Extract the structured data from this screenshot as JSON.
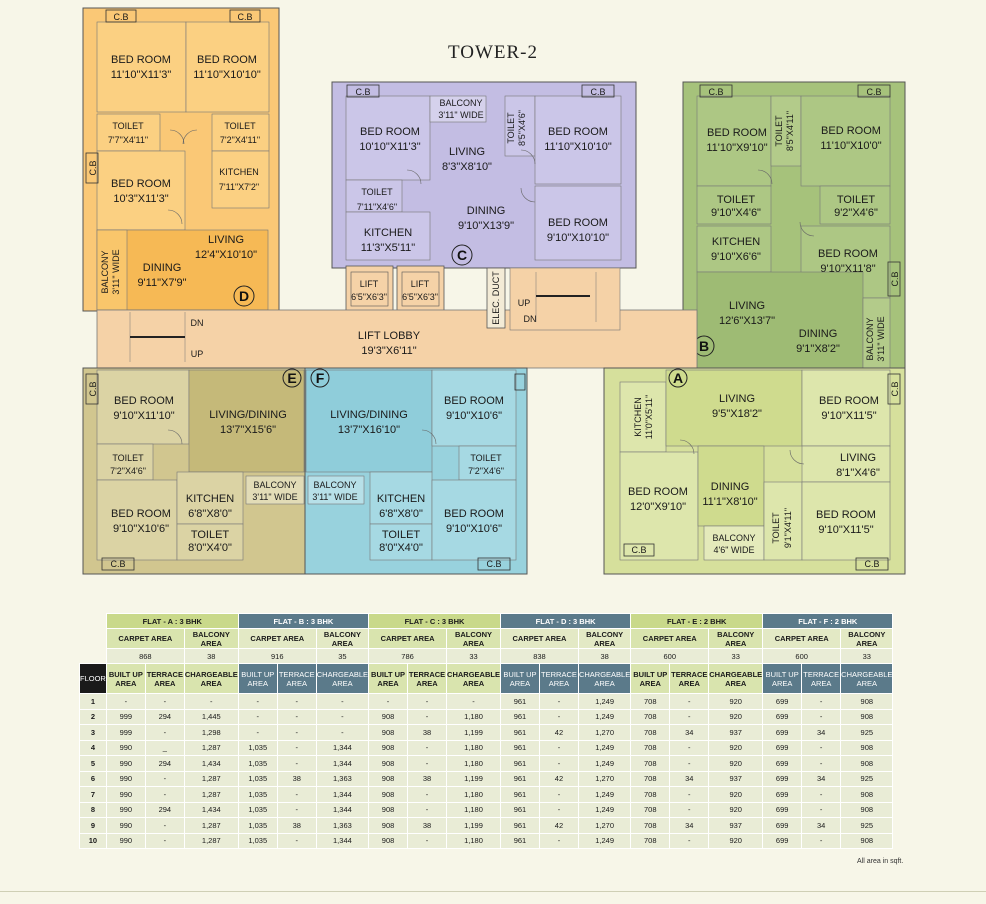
{
  "title": "TOWER-2",
  "colors": {
    "flat_a": "#d8e19f",
    "flat_b": "#a9c57d",
    "flat_c": "#c7c2e6",
    "flat_d": "#f9c470",
    "flat_e": "#cfc48c",
    "flat_f": "#9bd3de",
    "lobby": "#f5d2a7",
    "table_light": "#c9d98a",
    "table_dark": "#5b7a8a"
  },
  "plan": {
    "rooms": [
      {
        "id": "d-bed1",
        "name": "BED ROOM",
        "dim": "11'10\"X11'3\""
      },
      {
        "id": "d-bed2",
        "name": "BED ROOM",
        "dim": "11'10\"X10'10\""
      },
      {
        "id": "d-toilet1",
        "name": "TOILET",
        "dim": "7'7\"X4'11\""
      },
      {
        "id": "d-toilet2",
        "name": "TOILET",
        "dim": "7'2\"X4'11\""
      },
      {
        "id": "d-bed3",
        "name": "BED ROOM",
        "dim": "10'3\"X11'3\""
      },
      {
        "id": "d-kitchen",
        "name": "KITCHEN",
        "dim": "7'11\"X7'2\""
      },
      {
        "id": "d-living",
        "name": "LIVING",
        "dim": "12'4\"X10'10\""
      },
      {
        "id": "d-dining",
        "name": "DINING",
        "dim": "9'11\"X7'9\""
      },
      {
        "id": "d-balcony",
        "name": "BALCONY",
        "dim": "3'11\" WIDE"
      },
      {
        "id": "c-bed1",
        "name": "BED ROOM",
        "dim": "10'10\"X11'3\""
      },
      {
        "id": "c-balcony",
        "name": "BALCONY",
        "dim": "3'11\" WIDE"
      },
      {
        "id": "c-toilet1",
        "name": "TOILET",
        "dim": "8'5\"X4'6\""
      },
      {
        "id": "c-bed2",
        "name": "BED ROOM",
        "dim": "11'10\"X10'10\""
      },
      {
        "id": "c-living",
        "name": "LIVING",
        "dim": "8'3\"X8'10\""
      },
      {
        "id": "c-toilet2",
        "name": "TOILET",
        "dim": "7'11\"X4'6\""
      },
      {
        "id": "c-dining",
        "name": "DINING",
        "dim": "9'10\"X13'9\""
      },
      {
        "id": "c-kitchen",
        "name": "KITCHEN",
        "dim": "11'3\"X5'11\""
      },
      {
        "id": "c-bed3",
        "name": "BED ROOM",
        "dim": "9'10\"X10'10\""
      },
      {
        "id": "b-bed1",
        "name": "BED ROOM",
        "dim": "11'10\"X9'10\""
      },
      {
        "id": "b-toilet1",
        "name": "TOILET",
        "dim": "8'5\"X4'11\""
      },
      {
        "id": "b-bed2",
        "name": "BED ROOM",
        "dim": "11'10\"X10'0\""
      },
      {
        "id": "b-toilet2",
        "name": "TOILET",
        "dim": "9'10\"X4'6\""
      },
      {
        "id": "b-toilet3",
        "name": "TOILET",
        "dim": "9'2\"X4'6\""
      },
      {
        "id": "b-kitchen",
        "name": "KITCHEN",
        "dim": "9'10\"X6'6\""
      },
      {
        "id": "b-bed3",
        "name": "BED ROOM",
        "dim": "9'10\"X11'8\""
      },
      {
        "id": "b-living",
        "name": "LIVING",
        "dim": "12'6\"X13'7\""
      },
      {
        "id": "b-dining",
        "name": "DINING",
        "dim": "9'1\"X8'2\""
      },
      {
        "id": "b-balcony",
        "name": "BALCONY",
        "dim": "3'11\" WIDE"
      },
      {
        "id": "e-bed1",
        "name": "BED ROOM",
        "dim": "9'10\"X11'10\""
      },
      {
        "id": "e-living",
        "name": "LIVING/DINING",
        "dim": "13'7\"X15'6\""
      },
      {
        "id": "e-toilet1",
        "name": "TOILET",
        "dim": "7'2\"X4'6\""
      },
      {
        "id": "e-bed2",
        "name": "BED ROOM",
        "dim": "9'10\"X10'6\""
      },
      {
        "id": "e-kitchen",
        "name": "KITCHEN",
        "dim": "6'8\"X8'0\""
      },
      {
        "id": "e-balcony",
        "name": "BALCONY",
        "dim": "3'11\" WIDE"
      },
      {
        "id": "e-toilet2",
        "name": "TOILET",
        "dim": "8'0\"X4'0\""
      },
      {
        "id": "f-living",
        "name": "LIVING/DINING",
        "dim": "13'7\"X16'10\""
      },
      {
        "id": "f-bed1",
        "name": "BED ROOM",
        "dim": "9'10\"X10'6\""
      },
      {
        "id": "f-balcony",
        "name": "BALCONY",
        "dim": "3'11\" WIDE"
      },
      {
        "id": "f-toilet1",
        "name": "TOILET",
        "dim": "7'2\"X4'6\""
      },
      {
        "id": "f-kitchen",
        "name": "KITCHEN",
        "dim": "6'8\"X8'0\""
      },
      {
        "id": "f-toilet2",
        "name": "TOILET",
        "dim": "8'0\"X4'0\""
      },
      {
        "id": "f-bed2",
        "name": "BED ROOM",
        "dim": "9'10\"X10'6\""
      },
      {
        "id": "a-kitchen",
        "name": "KITCHEN",
        "dim": "11'0\"X5'11\""
      },
      {
        "id": "a-living",
        "name": "LIVING",
        "dim": "9'5\"X18'2\""
      },
      {
        "id": "a-bed1",
        "name": "BED ROOM",
        "dim": "9'10\"X11'5\""
      },
      {
        "id": "a-living2",
        "name": "LIVING",
        "dim": "8'1\"X4'6\""
      },
      {
        "id": "a-bed2",
        "name": "BED ROOM",
        "dim": "12'0\"X9'10\""
      },
      {
        "id": "a-dining",
        "name": "DINING",
        "dim": "11'1\"X8'10\""
      },
      {
        "id": "a-toilet",
        "name": "TOILET",
        "dim": "9'1\"X4'11\""
      },
      {
        "id": "a-bed3",
        "name": "BED ROOM",
        "dim": "9'10\"X11'5\""
      },
      {
        "id": "a-balcony",
        "name": "BALCONY",
        "dim": "4'6\" WIDE"
      }
    ],
    "lift1": {
      "name": "LIFT",
      "dim": "6'5\"X6'3\""
    },
    "lift2": {
      "name": "LIFT",
      "dim": "6'5\"X6'3\""
    },
    "lobby": {
      "name": "LIFT LOBBY",
      "dim": "19'3\"X6'11\""
    },
    "duct": "ELEC. DUCT",
    "cb": "C.B",
    "up": "UP",
    "dn": "DN",
    "flat_letters": {
      "a": "A",
      "b": "B",
      "c": "C",
      "d": "D",
      "e": "E",
      "f": "F"
    }
  },
  "table": {
    "flats": [
      {
        "title": "FLAT - A : 3 BHK",
        "carpet": "868",
        "balcony": "38"
      },
      {
        "title": "FLAT - B : 3 BHK",
        "carpet": "916",
        "balcony": "35"
      },
      {
        "title": "FLAT - C : 3 BHK",
        "carpet": "786",
        "balcony": "33"
      },
      {
        "title": "FLAT - D : 3 BHK",
        "carpet": "838",
        "balcony": "38"
      },
      {
        "title": "FLAT - E : 2 BHK",
        "carpet": "600",
        "balcony": "33"
      },
      {
        "title": "FLAT - F : 2 BHK",
        "carpet": "600",
        "balcony": "33"
      }
    ],
    "carpet_label": "CARPET AREA",
    "balcony_label": "BALCONY AREA",
    "floor_label": "FLOOR",
    "col_builtup": "BUILT UP AREA",
    "col_terrace": "TERRACE AREA",
    "col_chargeable": "CHARGEABLE AREA",
    "rows": [
      [
        "1",
        "-",
        "-",
        "-",
        "-",
        "-",
        "-",
        "-",
        "-",
        "-",
        "961",
        "-",
        "1,249",
        "708",
        "-",
        "920",
        "699",
        "-",
        "908"
      ],
      [
        "2",
        "999",
        "294",
        "1,445",
        "-",
        "-",
        "-",
        "908",
        "-",
        "1,180",
        "961",
        "-",
        "1,249",
        "708",
        "-",
        "920",
        "699",
        "-",
        "908"
      ],
      [
        "3",
        "999",
        "-",
        "1,298",
        "-",
        "-",
        "-",
        "908",
        "38",
        "1,199",
        "961",
        "42",
        "1,270",
        "708",
        "34",
        "937",
        "699",
        "34",
        "925"
      ],
      [
        "4",
        "990",
        "_",
        "1,287",
        "1,035",
        "-",
        "1,344",
        "908",
        "-",
        "1,180",
        "961",
        "-",
        "1,249",
        "708",
        "-",
        "920",
        "699",
        "-",
        "908"
      ],
      [
        "5",
        "990",
        "294",
        "1,434",
        "1,035",
        "-",
        "1,344",
        "908",
        "-",
        "1,180",
        "961",
        "-",
        "1,249",
        "708",
        "-",
        "920",
        "699",
        "-",
        "908"
      ],
      [
        "6",
        "990",
        "-",
        "1,287",
        "1,035",
        "38",
        "1,363",
        "908",
        "38",
        "1,199",
        "961",
        "42",
        "1,270",
        "708",
        "34",
        "937",
        "699",
        "34",
        "925"
      ],
      [
        "7",
        "990",
        "-",
        "1,287",
        "1,035",
        "-",
        "1,344",
        "908",
        "-",
        "1,180",
        "961",
        "-",
        "1,249",
        "708",
        "-",
        "920",
        "699",
        "-",
        "908"
      ],
      [
        "8",
        "990",
        "294",
        "1,434",
        "1,035",
        "-",
        "1,344",
        "908",
        "-",
        "1,180",
        "961",
        "-",
        "1,249",
        "708",
        "-",
        "920",
        "699",
        "-",
        "908"
      ],
      [
        "9",
        "990",
        "-",
        "1,287",
        "1,035",
        "38",
        "1,363",
        "908",
        "38",
        "1,199",
        "961",
        "42",
        "1,270",
        "708",
        "34",
        "937",
        "699",
        "34",
        "925"
      ],
      [
        "10",
        "990",
        "-",
        "1,287",
        "1,035",
        "-",
        "1,344",
        "908",
        "-",
        "1,180",
        "961",
        "-",
        "1,249",
        "708",
        "-",
        "920",
        "699",
        "-",
        "908"
      ]
    ],
    "note": "All area in sqft."
  }
}
